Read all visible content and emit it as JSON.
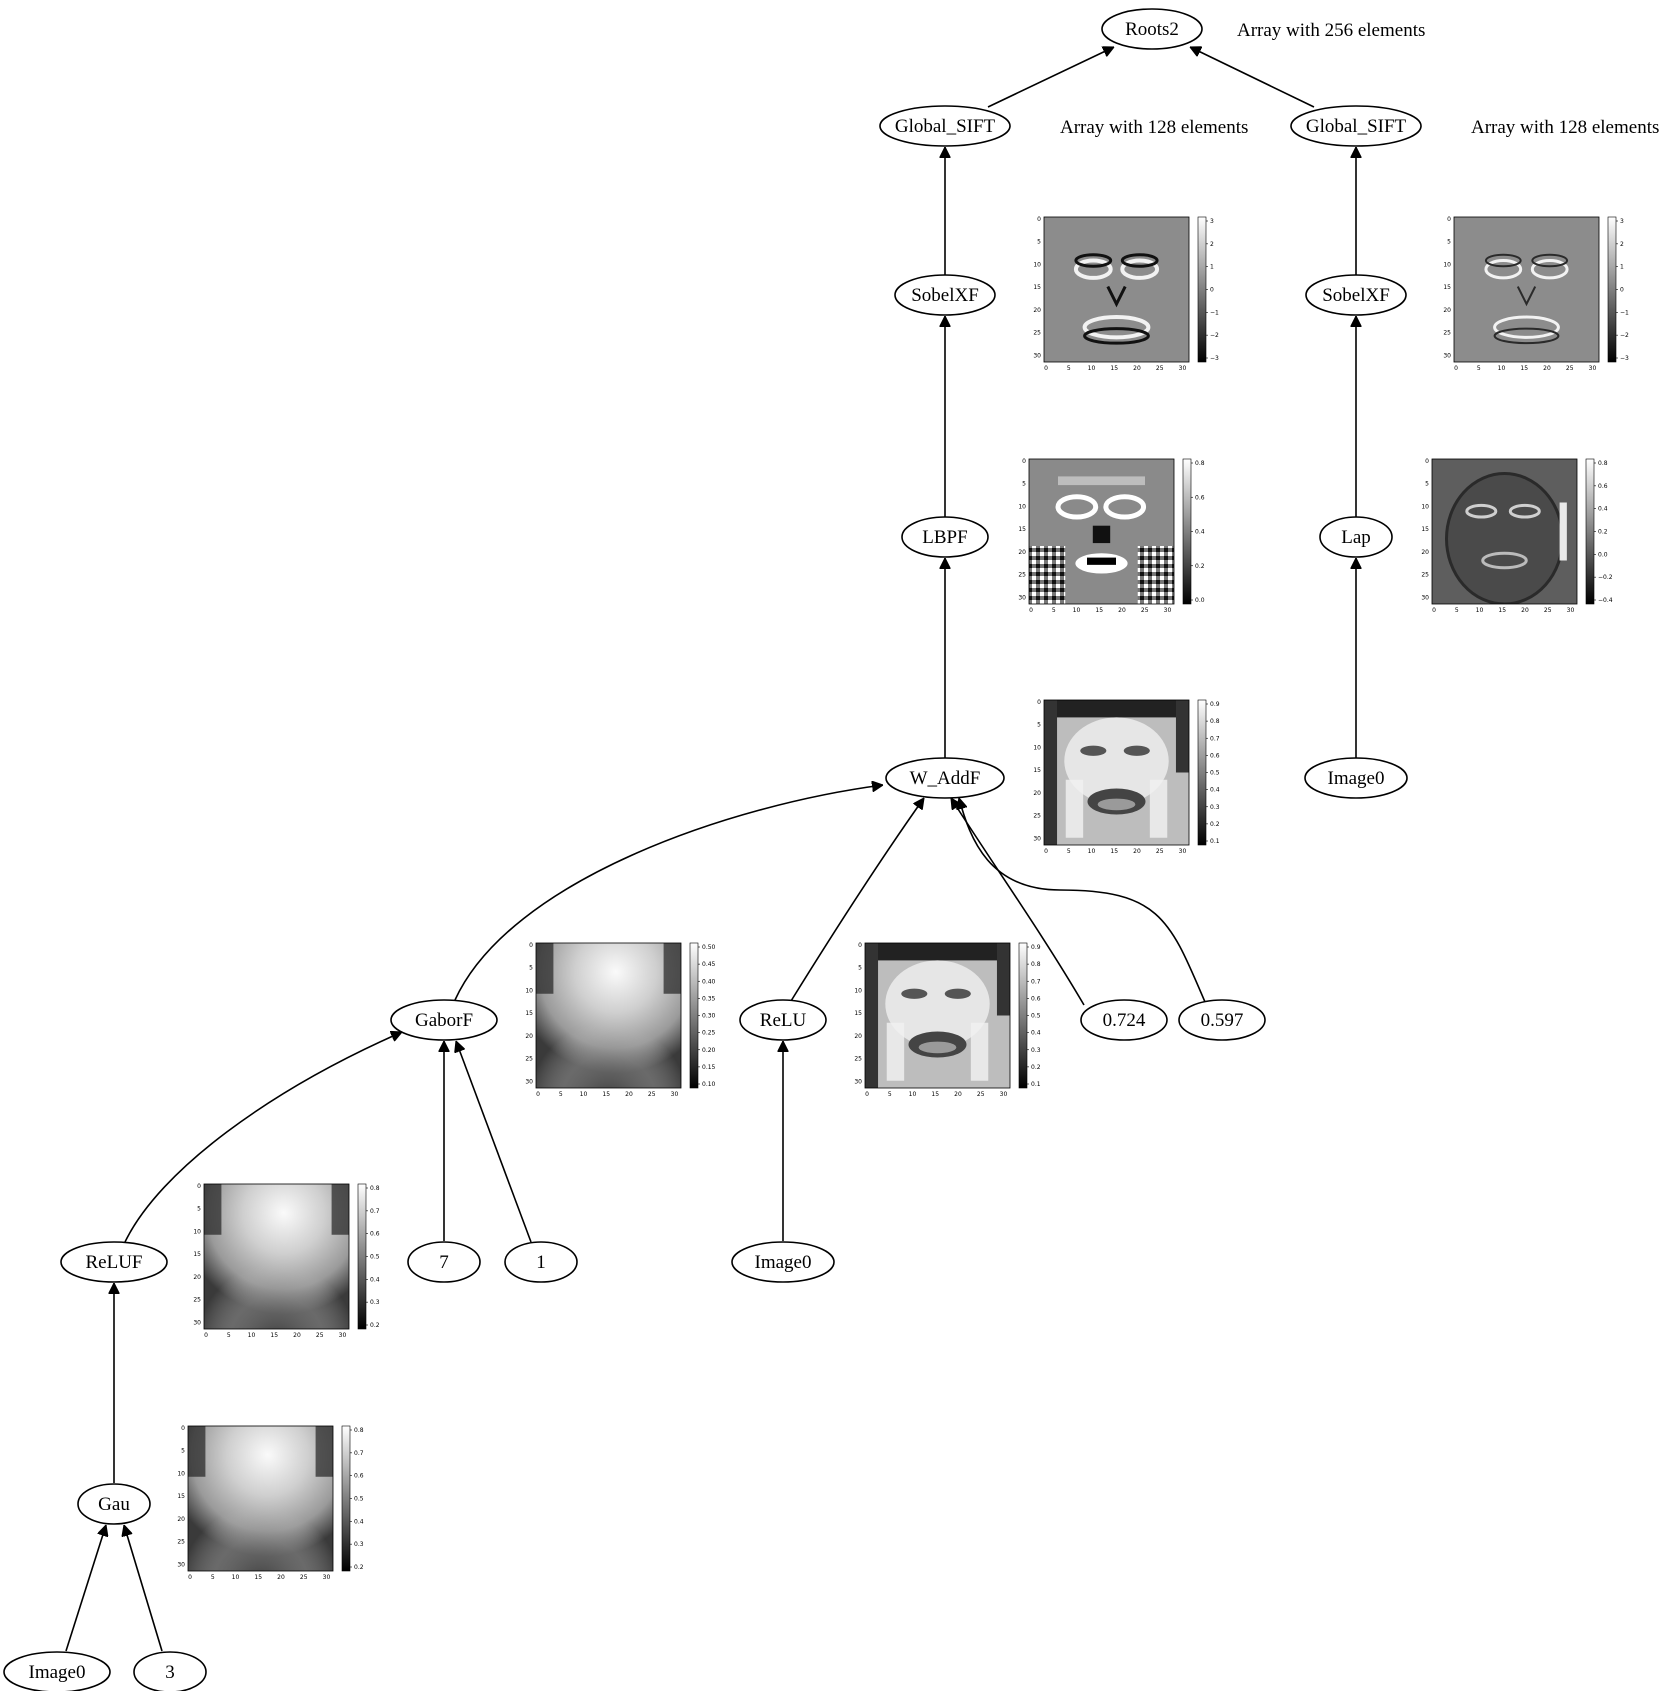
{
  "nodes": [
    {
      "id": "roots2",
      "label": "Roots2"
    },
    {
      "id": "sift1",
      "label": "Global_SIFT"
    },
    {
      "id": "sift2",
      "label": "Global_SIFT"
    },
    {
      "id": "sobel1",
      "label": "SobelXF"
    },
    {
      "id": "sobel2",
      "label": "SobelXF"
    },
    {
      "id": "lbpf",
      "label": "LBPF"
    },
    {
      "id": "lap",
      "label": "Lap"
    },
    {
      "id": "waddf",
      "label": "W_AddF"
    },
    {
      "id": "img_r",
      "label": "Image0"
    },
    {
      "id": "gaborf",
      "label": "GaborF"
    },
    {
      "id": "relu",
      "label": "ReLU"
    },
    {
      "id": "c0724",
      "label": "0.724"
    },
    {
      "id": "c0597",
      "label": "0.597"
    },
    {
      "id": "reluf",
      "label": "ReLUF"
    },
    {
      "id": "c7",
      "label": "7"
    },
    {
      "id": "c1",
      "label": "1"
    },
    {
      "id": "img_m",
      "label": "Image0"
    },
    {
      "id": "gau",
      "label": "Gau"
    },
    {
      "id": "img_l",
      "label": "Image0"
    },
    {
      "id": "c3",
      "label": "3"
    }
  ],
  "annotations": [
    {
      "node": "roots2",
      "text": "Array with 256 elements"
    },
    {
      "node": "sift1",
      "text": "Array with 128 elements"
    },
    {
      "node": "sift2",
      "text": "Array with 128 elements"
    }
  ],
  "feature_maps": [
    {
      "node": "sobel1",
      "pattern": "sobel-a",
      "colorbar_ticks": [
        "3",
        "2",
        "1",
        "0",
        "−1",
        "−2",
        "−3"
      ]
    },
    {
      "node": "sobel2",
      "pattern": "sobel-b",
      "colorbar_ticks": [
        "3",
        "2",
        "1",
        "0",
        "−1",
        "−2",
        "−3"
      ]
    },
    {
      "node": "lbpf",
      "pattern": "lbp",
      "colorbar_ticks": [
        "0.8",
        "0.6",
        "0.4",
        "0.2",
        "0.0"
      ]
    },
    {
      "node": "lap",
      "pattern": "laplacian",
      "colorbar_ticks": [
        "0.8",
        "0.6",
        "0.4",
        "0.2",
        "0.0",
        "−0.2",
        "−0.4"
      ]
    },
    {
      "node": "waddf",
      "pattern": "face",
      "colorbar_ticks": [
        "0.9",
        "0.8",
        "0.7",
        "0.6",
        "0.5",
        "0.4",
        "0.3",
        "0.2",
        "0.1"
      ]
    },
    {
      "node": "gaborf",
      "pattern": "blur",
      "colorbar_ticks": [
        "0.50",
        "0.45",
        "0.40",
        "0.35",
        "0.30",
        "0.25",
        "0.20",
        "0.15",
        "0.10"
      ]
    },
    {
      "node": "relu",
      "pattern": "face",
      "colorbar_ticks": [
        "0.9",
        "0.8",
        "0.7",
        "0.6",
        "0.5",
        "0.4",
        "0.3",
        "0.2",
        "0.1"
      ]
    },
    {
      "node": "reluf",
      "pattern": "blur",
      "colorbar_ticks": [
        "0.8",
        "0.7",
        "0.6",
        "0.5",
        "0.4",
        "0.3",
        "0.2"
      ]
    },
    {
      "node": "gau",
      "pattern": "blur",
      "colorbar_ticks": [
        "0.8",
        "0.7",
        "0.6",
        "0.5",
        "0.4",
        "0.3",
        "0.2"
      ]
    }
  ],
  "axis_ticks": {
    "y": [
      "0",
      "5",
      "10",
      "15",
      "20",
      "25",
      "30"
    ],
    "x": [
      "0",
      "5",
      "10",
      "15",
      "20",
      "25",
      "30"
    ]
  }
}
